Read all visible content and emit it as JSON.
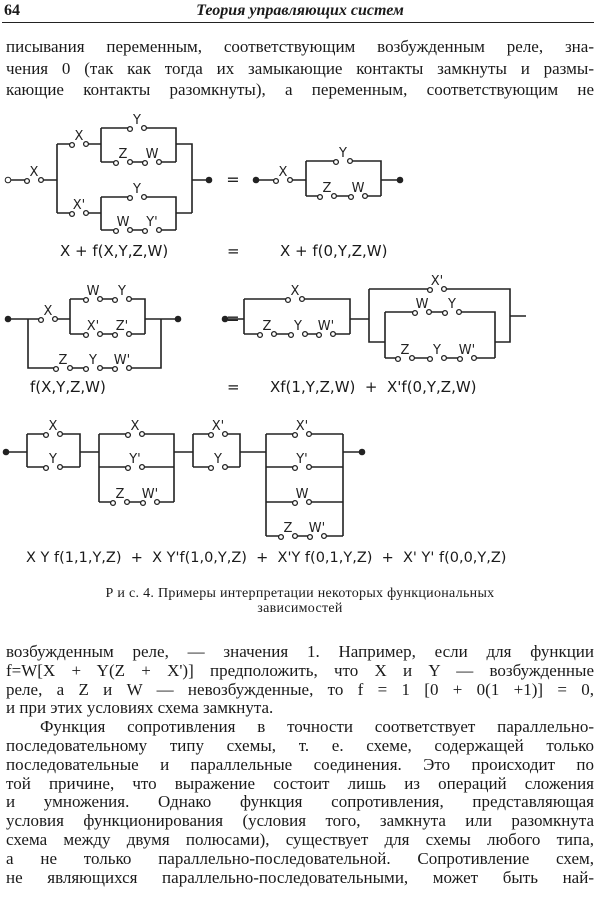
{
  "header": {
    "page_number": "64",
    "running_title": "Теория управляющих систем"
  },
  "top_paragraph": [
    "писывания переменным, соответствующим возбужденным реле, зна-",
    "чения 0 (так как тогда их замыкающие контакты замкнуты и размы-",
    "кающие контакты разомкнуты), а переменным, соответствующим не"
  ],
  "figure": {
    "diagram1": {
      "labels": [
        "X",
        "X",
        "Y",
        "Z",
        "W",
        "X'",
        "Y",
        "W",
        "Y'",
        "X",
        "Y",
        "Z",
        "W"
      ],
      "equals": "=",
      "formula_left": "X + f(X,Y,Z,W)",
      "formula_right": "X + f(0,Y,Z,W)"
    },
    "diagram2": {
      "labels": [
        "X",
        "W",
        "Y",
        "X'",
        "Z'",
        "Z",
        "Y",
        "W'",
        "X",
        "Z",
        "Y",
        "W'",
        "X'",
        "W",
        "Y",
        "Z",
        "Y",
        "W'"
      ],
      "equals": "=",
      "formula_left": "f(X,Y,Z,W)",
      "formula_right": "Xf(1,Y,Z,W)  +  X'f(0,Y,Z,W)"
    },
    "diagram3": {
      "labels": [
        "X",
        "Y",
        "X",
        "Y'",
        "Z",
        "W'",
        "X'",
        "Y",
        "X'",
        "Y'",
        "W",
        "Z",
        "W'"
      ],
      "formula": "X Y f(1,1,Y,Z)  +  X Y'f(1,0,Y,Z)  +  X'Y f(0,1,Y,Z)  +  X' Y' f(0,0,Y,Z)"
    },
    "caption_line1": "Р и с. 4. Примеры интерпретации некоторых функциональных",
    "caption_line2": "зависимостей"
  },
  "bottom_paragraph": [
    "возбужденным реле, — значения 1. Например, если для функции",
    "f=W[X + Y(Z + X')] предположить, что X и Y — возбужденные",
    "реле, а Z и W — невозбужденные, то f = 1 [0 + 0(1 +1)] = 0,",
    "и при этих условиях схема замкнута.",
    "Функция сопротивления в точности соответствует параллельно-",
    "последовательному типу схемы, т. е. схеме, содержащей только",
    "последовательные и параллельные соединения. Это происходит по",
    "той причине, что выражение состоит лишь из операций сложения",
    "и умножения. Однако функция сопротивления, представляющая",
    "условия функционирования (условия того, замкнута или разомкнута",
    "схема между двумя полюсами), существует для схемы любого типа,",
    "а не только параллельно-последовательной. Сопротивление схем,",
    "не являющихся параллельно-последовательными, может быть най-"
  ]
}
